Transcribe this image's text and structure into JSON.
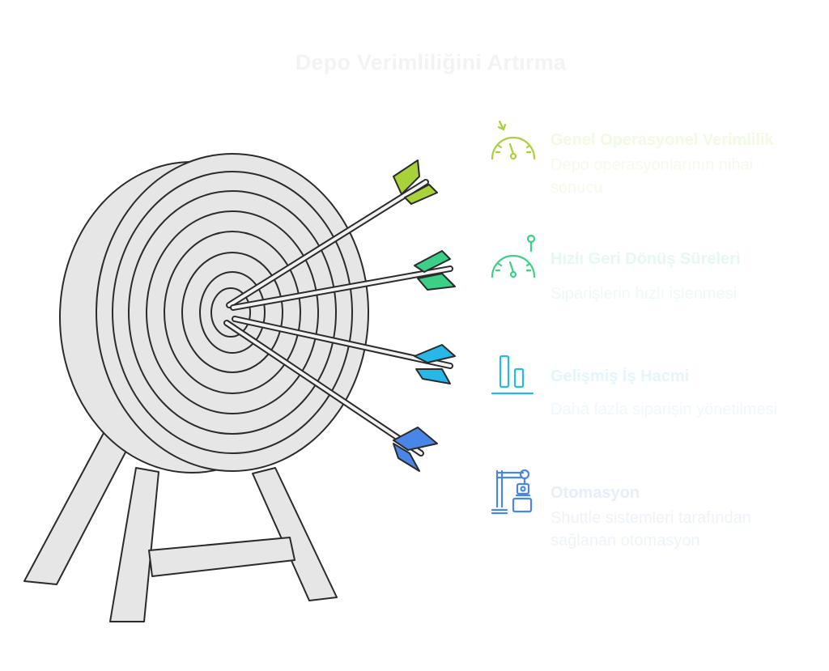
{
  "title": "Depo Verimliliğini Artırma",
  "colors": {
    "arrow_1": "#a8d13a",
    "arrow_2": "#3ccf86",
    "arrow_3": "#25b8e8",
    "arrow_4": "#4a86e8",
    "target_fill": "#e6e6e6",
    "outline": "#2b2b2b"
  },
  "items": [
    {
      "icon": "speedometer-low-icon",
      "heading": "Genel Operasyonel Verimlilik",
      "description": "Depo operasyonlarının nihai sonucu"
    },
    {
      "icon": "speedometer-fast-icon",
      "heading": "Hızlı Geri Dönüş Süreleri",
      "description": "Siparişlerin hızlı işlenmesi"
    },
    {
      "icon": "bar-chart-icon",
      "heading": "Gelişmiş İş Hacmi",
      "description": "Daha fazla siparişin yönetilmesi"
    },
    {
      "icon": "robot-arm-icon",
      "heading": "Otomasyon",
      "description": "Shuttle sistemleri tarafından sağlanan otomasyon"
    }
  ]
}
